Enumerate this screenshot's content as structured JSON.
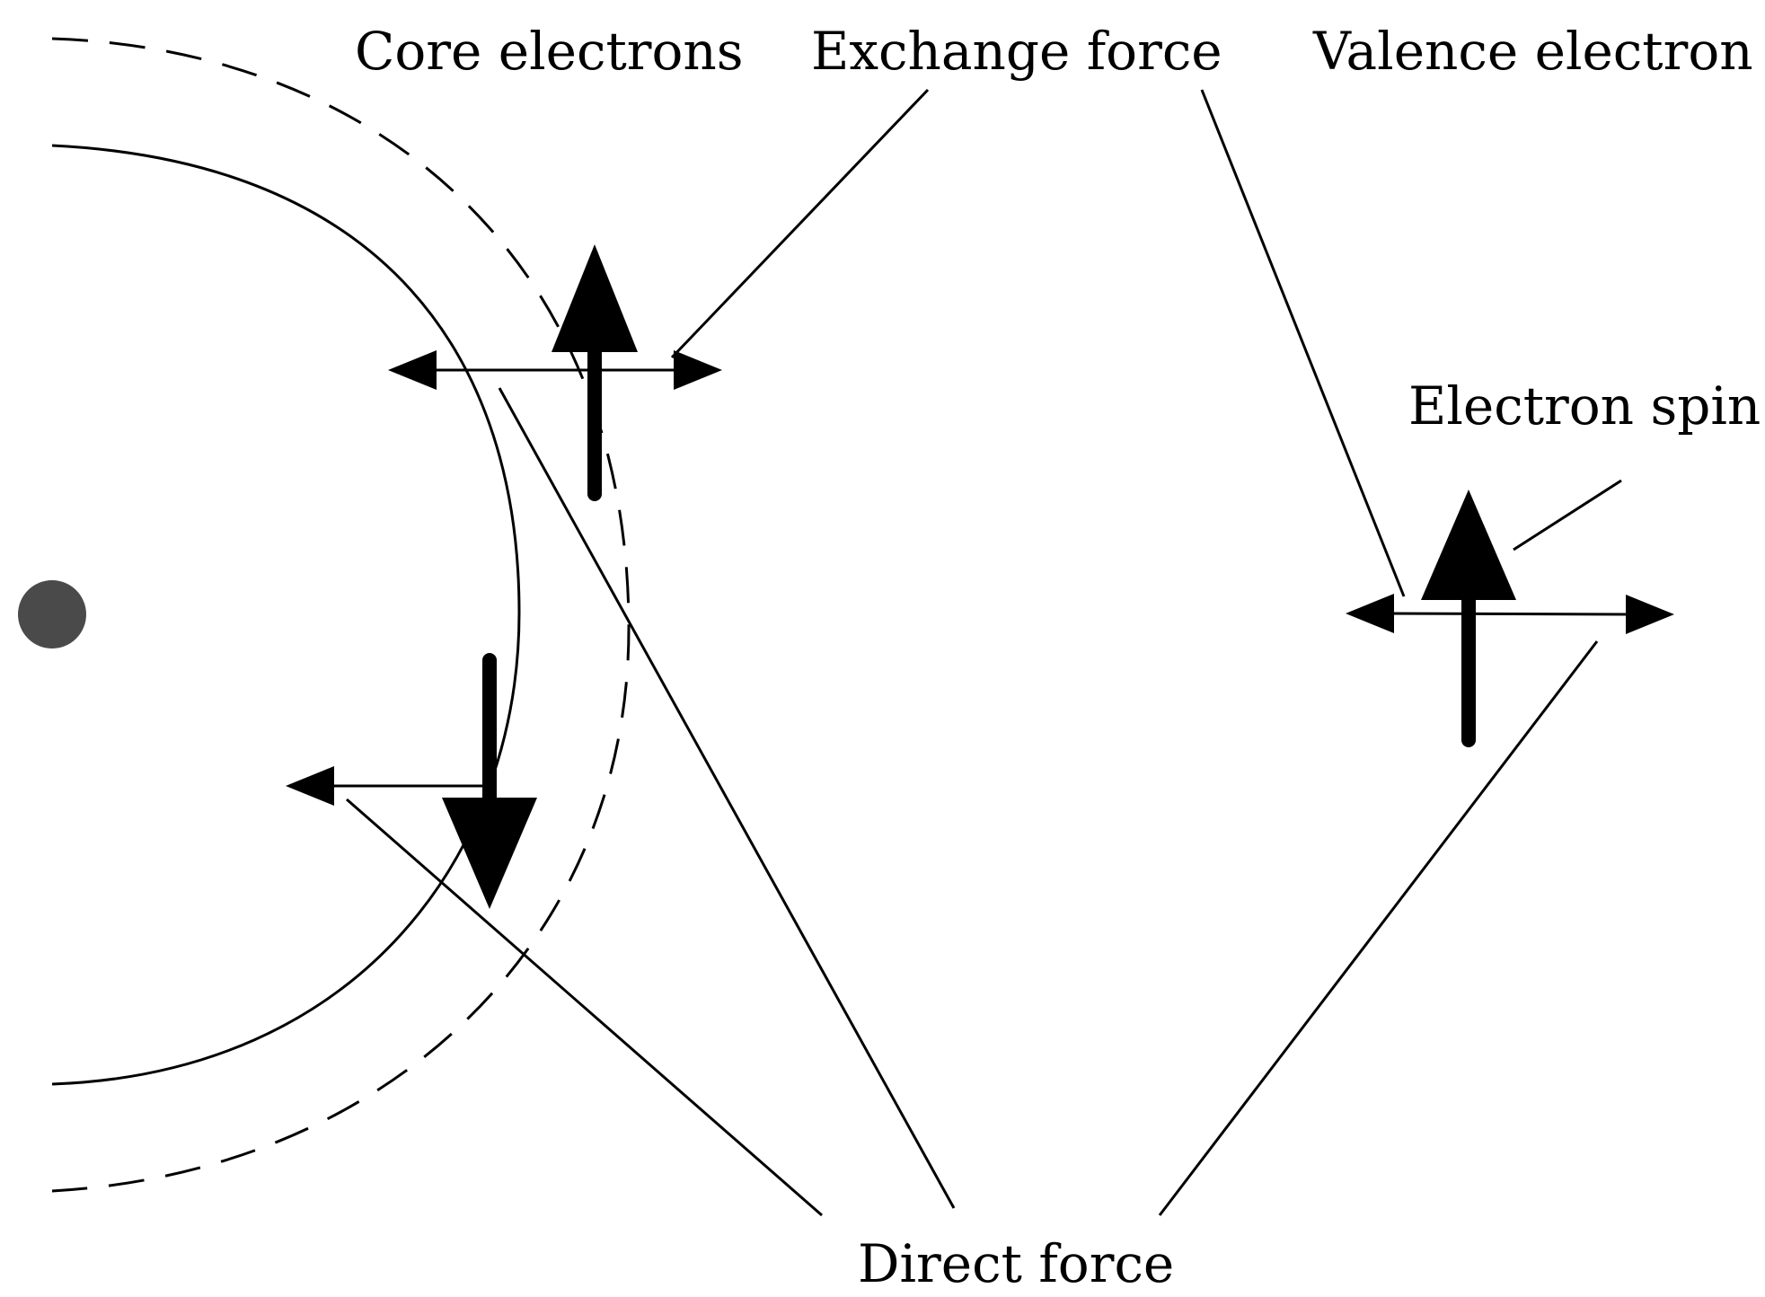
{
  "labels": {
    "core_electrons": "Core electrons",
    "exchange_force": "Exchange force",
    "valence_electron": "Valence electron",
    "electron_spin": "Electron spin",
    "direct_force": "Direct force"
  },
  "colors": {
    "ink": "#000000",
    "nucleus": "#4a4a4a",
    "background": "#ffffff"
  }
}
